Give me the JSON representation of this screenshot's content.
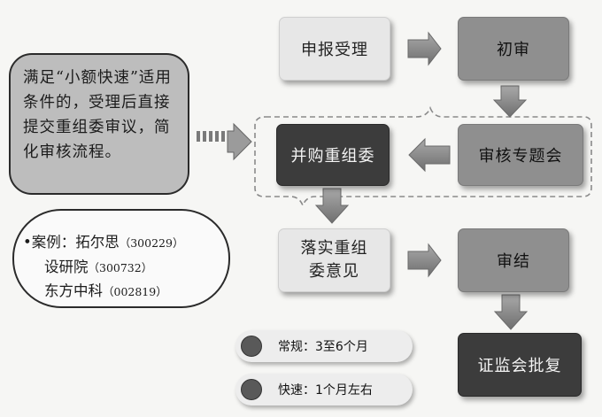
{
  "boxes": {
    "shenbao": "申报受理",
    "chushen": "初审",
    "bingou": "并购重组委",
    "shenhe": "审核专题会",
    "luoshi": "落实重组委意见",
    "shenjie": "审结",
    "pifu": "证监会批复"
  },
  "note": "满足“小额快速”适用条件的，受理后直接提交重组委审议，简化审核流程。",
  "cases": {
    "label": "•案例：",
    "items": [
      {
        "name": "拓尔思",
        "code": "（300229）"
      },
      {
        "name": "设研院",
        "code": "（300732）"
      },
      {
        "name": "东方中科",
        "code": "（002819）"
      }
    ]
  },
  "legend": [
    {
      "label": "常规：",
      "value": "3至6个月"
    },
    {
      "label": "快速：",
      "value": "1个月左右"
    }
  ],
  "colors": {
    "light_box": "#e7e7e7",
    "mid_box": "#8f8f8f",
    "dark_box": "#3c3c3c",
    "arrow": "#8a8a8a"
  }
}
